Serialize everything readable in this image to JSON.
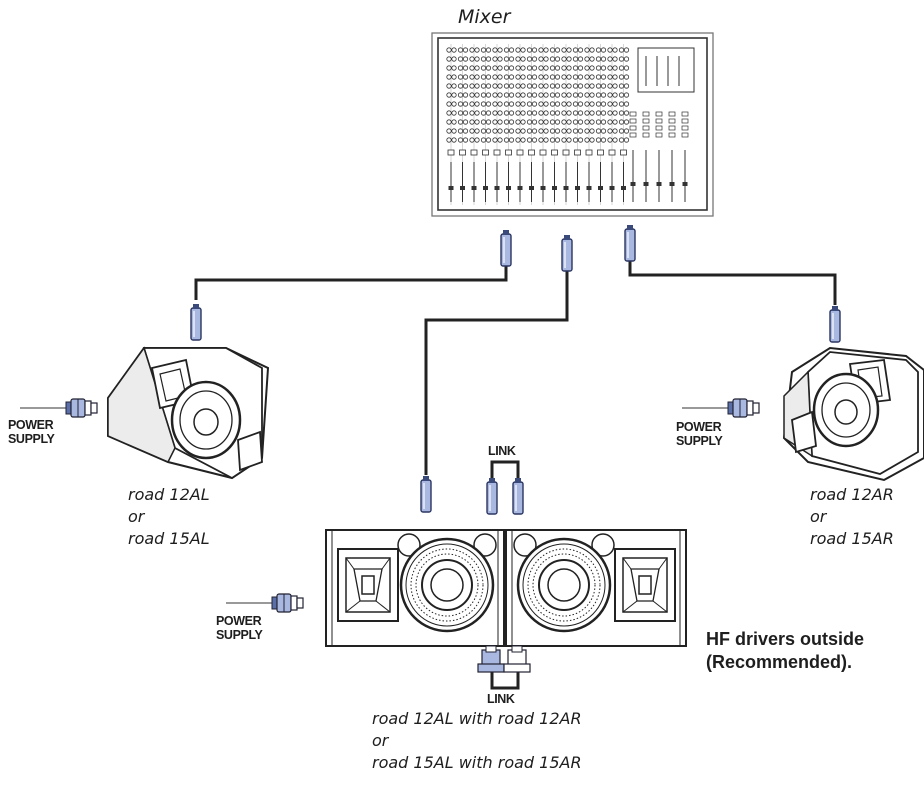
{
  "mixer": {
    "label": "Mixer"
  },
  "left_monitor": {
    "power_label": [
      "POWER",
      "SUPPLY"
    ],
    "model_lines": [
      "road 12AL",
      "or",
      "road 15AL"
    ]
  },
  "right_monitor": {
    "power_label": [
      "POWER",
      "SUPPLY"
    ],
    "model_lines": [
      "road 12AR",
      "or",
      "road 15AR"
    ]
  },
  "center_pair": {
    "power_label": [
      "POWER",
      "SUPPLY"
    ],
    "link_top": "LINK",
    "link_bottom": "LINK",
    "note_lines": [
      "HF drivers outside",
      "(Recommended)."
    ],
    "model_lines": [
      "road 12AL with road 12AR",
      "or",
      "road 15AL with road 15AR"
    ]
  },
  "colors": {
    "line": "#222222",
    "connector_blue": "#9fb0db",
    "connector_dark": "#3a4a7a",
    "panel_fill": "#ffffff"
  }
}
